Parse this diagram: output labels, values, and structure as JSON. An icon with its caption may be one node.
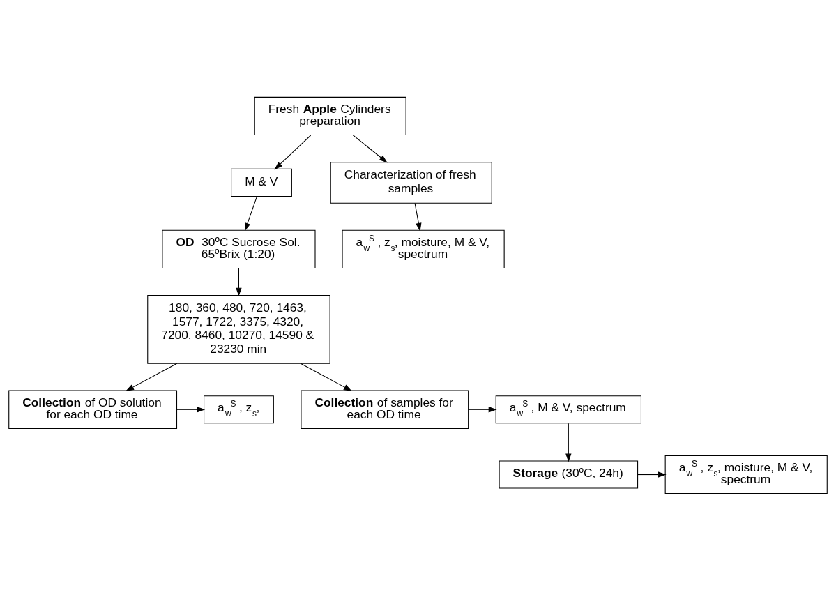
{
  "diagram": {
    "nodes": [
      {
        "text": [
          "Fresh **Apple** Cylinders preparation"
        ]
      },
      {
        "text": [
          "M & V"
        ]
      },
      {
        "text": [
          "Characterization of fresh samples"
        ]
      },
      {
        "text": [
          "a$_{w}$$^{S}$ , z$_{s}$, moisture, M & V, spectrum"
        ]
      },
      {
        "text": [
          "**OD**  30ºC Sucrose Sol. 65ºBrix (1:20)"
        ]
      },
      {
        "text": [
          "180, 360, 480, 720, 1463, 1577, 1722, 3375, 4320, 7200, 8460, 10270, 14590 & 23230 min"
        ]
      },
      {
        "text": [
          "**Collection** of OD solution for each OD time"
        ]
      },
      {
        "text": [
          "a$_{w}$$^{S}$ , z$_{s}$,"
        ]
      },
      {
        "text": [
          "**Collection** of samples for each OD time"
        ]
      },
      {
        "text": [
          "a$_{w}$$^{S}$ , M & V, spectrum"
        ]
      },
      {
        "text": [
          "**Storage** (30ºC, 24h)"
        ]
      },
      {
        "text": [
          "a$_{w}$$^{S}$ , z$_{s}$, moisture, M & V, spectrum"
        ]
      }
    ],
    "edges": [
      {
        "from": 0,
        "to": 1,
        "arrow": "to"
      },
      {
        "from": 0,
        "to": 2,
        "arrow": "to"
      },
      {
        "from": 1,
        "to": 4,
        "arrow": "to"
      },
      {
        "from": 2,
        "to": 3,
        "arrow": "to"
      },
      {
        "from": 4,
        "to": 5,
        "arrow": "to"
      },
      {
        "from": 5,
        "to": 6,
        "arrow": "to"
      },
      {
        "from": 5,
        "to": 8,
        "arrow": "to"
      },
      {
        "from": 6,
        "to": 7,
        "arrow": "to"
      },
      {
        "from": 8,
        "to": 9,
        "arrow": "to"
      },
      {
        "from": 9,
        "to": 10,
        "arrow": "to"
      },
      {
        "from": 10,
        "to": 11,
        "arrow": "to"
      }
    ]
  }
}
